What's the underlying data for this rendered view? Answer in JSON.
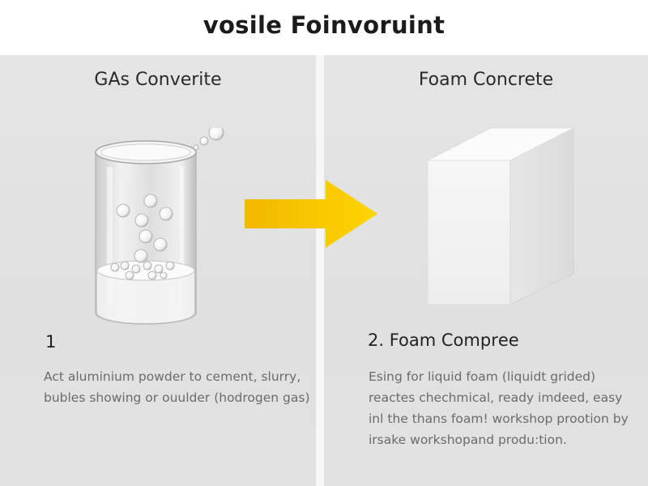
{
  "title": "vosile Foinvoruint",
  "left_panel": {
    "heading": "GAs Converite",
    "step_number": "1",
    "description": "Act aluminium powder to cement, slurry, bubles showing or ouulder (hodrogen gas)",
    "illustration": "glass-cylinder-with-bubbles"
  },
  "right_panel": {
    "heading": "Foam Concrete",
    "step_label": "2. Foam Comprее",
    "description": "Esing for liquid foam (liquidt grided) reactes chechmical, ready imdeed, easy inl the thans foam! workshop prootion by irsake workshopand produ:tion.",
    "illustration": "white-foam-concrete-block"
  },
  "arrow": {
    "icon": "right-arrow-icon",
    "color": "#f7c600"
  }
}
